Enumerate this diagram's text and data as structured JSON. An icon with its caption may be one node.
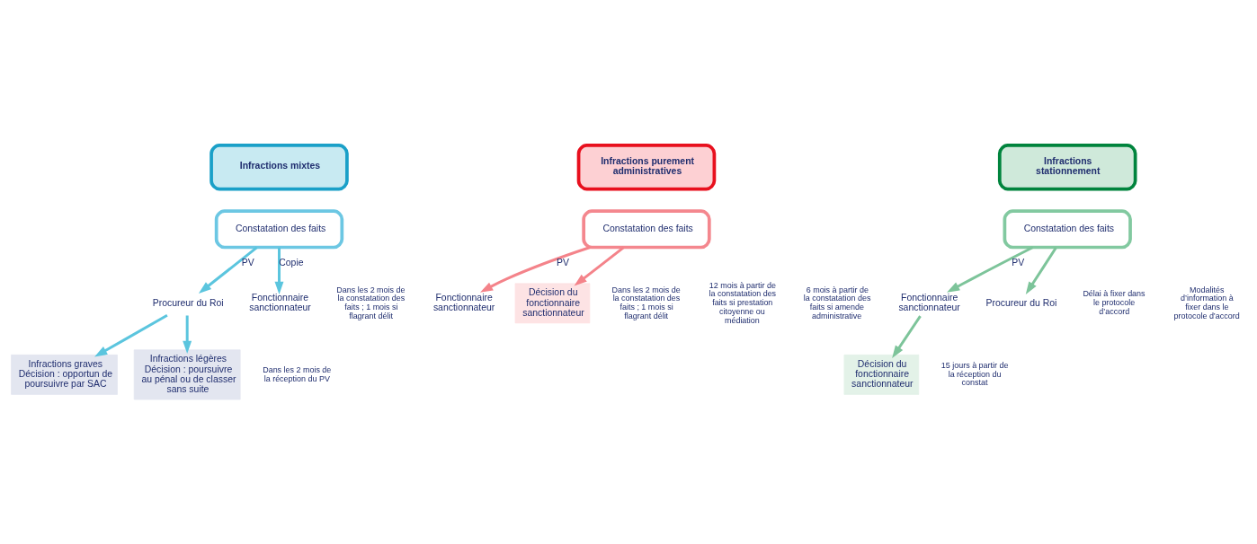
{
  "diagram": {
    "nodes": [
      {
        "text": [
          "Infractions mixtes"
        ]
      },
      {
        "text": [
          "Constatation des faits"
        ]
      },
      {
        "text": [
          "Procureur du Roi"
        ]
      },
      {
        "text": [
          "Fonctionnaire sanctionnateur"
        ]
      },
      {
        "text": [
          "Infractions graves",
          "Décision : opportun de poursuivre par SAC"
        ]
      },
      {
        "text": [
          "Infractions légères",
          "Décision : poursuivre au pénal ou de classer sans suite"
        ]
      },
      {
        "text": [
          "Infractions purement administratives"
        ]
      },
      {
        "text": [
          "Constatation des faits"
        ]
      },
      {
        "text": [
          "Fonctionnaire sanctionnateur"
        ]
      },
      {
        "text": [
          "Décision du fonctionnaire sanctionnateur"
        ]
      },
      {
        "text": [
          "Infractions stationnement"
        ]
      },
      {
        "text": [
          "Constatation des faits"
        ]
      },
      {
        "text": [
          "Fonctionnaire sanctionnateur"
        ]
      },
      {
        "text": [
          "Procureur du Roi"
        ]
      },
      {
        "text": [
          "Décision du fonctionnaire sanctionnateur"
        ]
      }
    ],
    "edges": [
      {
        "from": 1,
        "to": 2,
        "arrow": "to",
        "label": "PV"
      },
      {
        "from": 1,
        "to": 3,
        "arrow": "to",
        "label": "Copie"
      },
      {
        "from": 2,
        "to": 4,
        "arrow": "to"
      },
      {
        "from": 2,
        "to": 5,
        "arrow": "to"
      },
      {
        "from": 7,
        "to": 8,
        "arrow": "to",
        "label": "PV",
        "color": "#f4838a"
      },
      {
        "from": 7,
        "to": 9,
        "arrow": "to",
        "color": "#f4838a"
      },
      {
        "from": 11,
        "to": 12,
        "arrow": "to",
        "label": "PV",
        "color": "#7dc49a"
      },
      {
        "from": 11,
        "to": 13,
        "arrow": "to",
        "color": "#7dc49a"
      },
      {
        "from": 12,
        "to": 14,
        "arrow": "to",
        "color": "#7dc49a"
      }
    ],
    "labels": [
      "Dans les 2 mois de la constatation des faits ; 1 mois si flagrant délit",
      "Dans les 2 mois de la constatation des faits ; 1 mois si flagrant délit",
      "Délai à fixer dans le protocole d’accord",
      "Modalités d’information à fixer dans le protocole d’accord",
      "Dans les 2 mois de la réception du PV",
      "12 mois à partir de la constatation des faits si prestation citoyenne ou médiation",
      "6 mois à partir de la constatation des faits si amende administrative",
      "15 jours à partir de la réception du constat"
    ]
  }
}
